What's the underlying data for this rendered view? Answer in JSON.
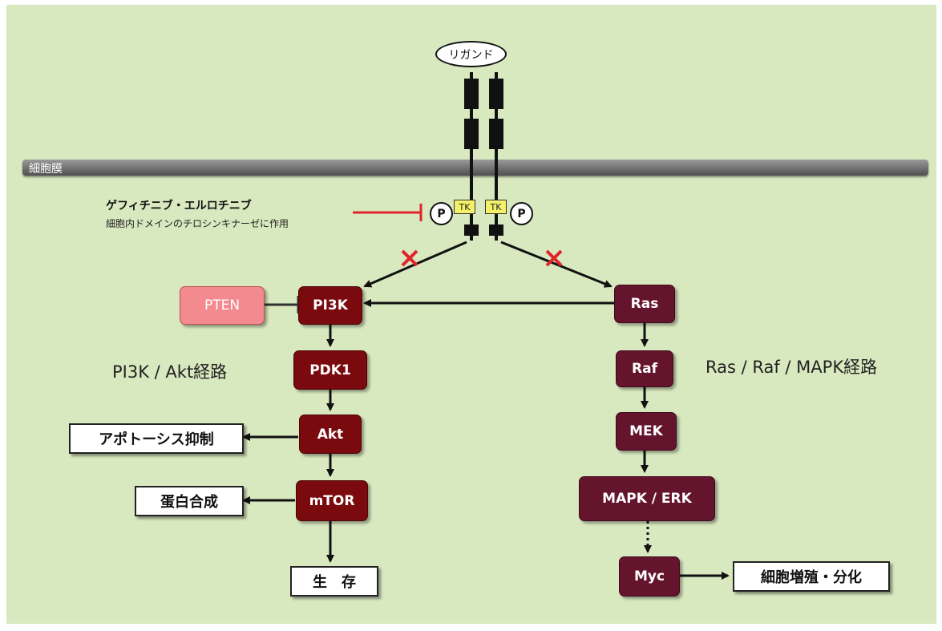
{
  "membrane": {
    "label": "細胞膜"
  },
  "receptor": {
    "ligand": "リガンド",
    "tk_label": "TK",
    "p_label": "P"
  },
  "drug": {
    "name": "ゲフィチニブ・エルロチニブ",
    "description": "細胞内ドメインのチロシンキナーゼに作用"
  },
  "left_pathway": {
    "title": "PI3K / Akt経路",
    "pten": "PTEN",
    "nodes": {
      "pi3k": "PI3K",
      "pdk1": "PDK1",
      "akt": "Akt",
      "mtor": "mTOR"
    },
    "outputs": {
      "apoptosis": "アポトーシス抑制",
      "protein": "蛋白合成",
      "survival": "生　存"
    }
  },
  "right_pathway": {
    "title": "Ras / Raf / MAPK経路",
    "nodes": {
      "ras": "Ras",
      "raf": "Raf",
      "mek": "MEK",
      "mapk": "MAPK / ERK",
      "myc": "Myc"
    },
    "outputs": {
      "proliferation": "細胞増殖・分化"
    }
  },
  "colors": {
    "background": "#d8e8bf",
    "pi3k_path_node": "#7a0a0e",
    "ras_path_node": "#64142c",
    "pten": "#f28a8f",
    "tk": "#f4f06a",
    "inhibitor": "#e0242a",
    "block_mark": "#e0242a"
  }
}
